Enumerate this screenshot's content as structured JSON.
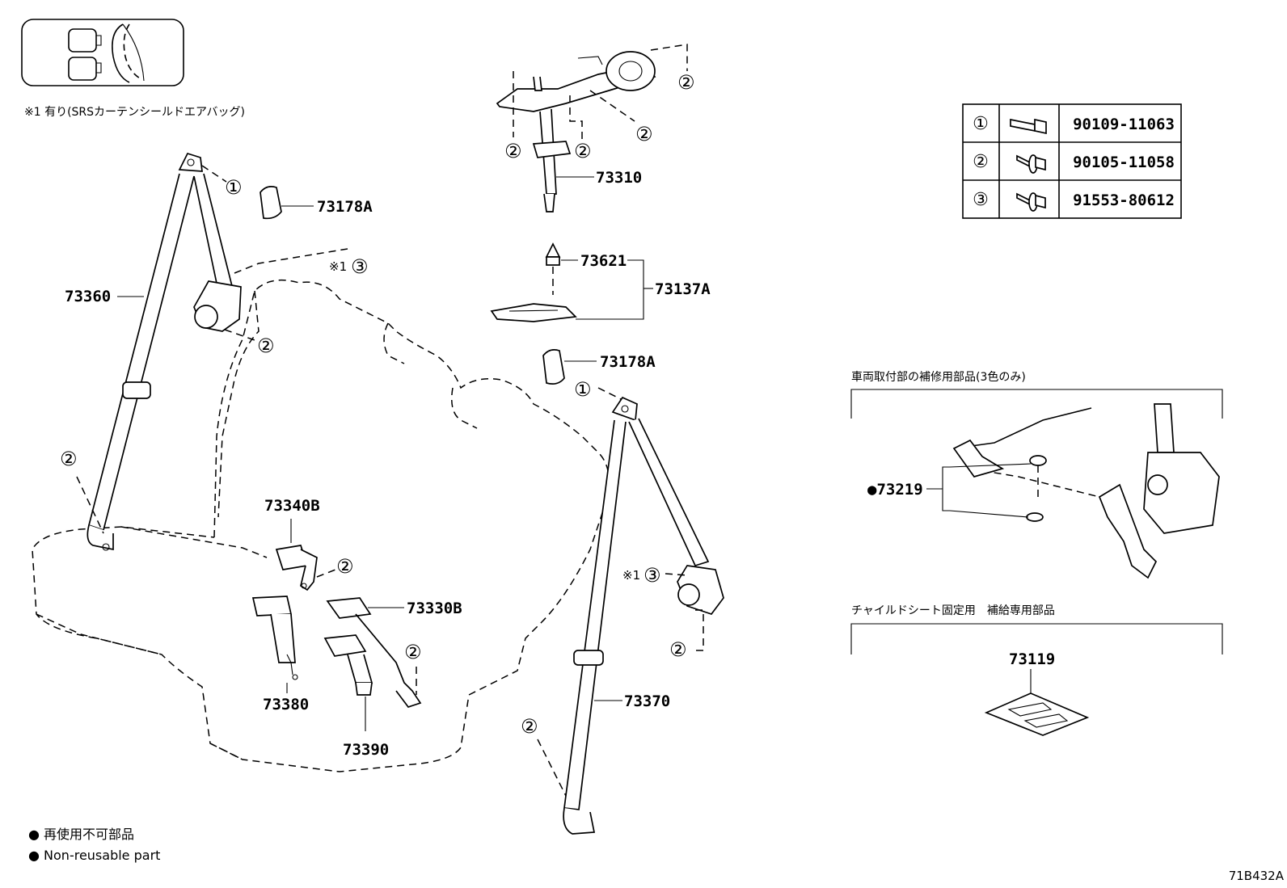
{
  "note_srs": "※1 有り(SRSカーテンシールドエアバッグ)",
  "parts": {
    "p73360": "73360",
    "p73178A_1": "73178A",
    "p73178A_2": "73178A",
    "p73310": "73310",
    "p73621": "73621",
    "p73137A": "73137A",
    "p73340B": "73340B",
    "p73330B": "73330B",
    "p73380": "73380",
    "p73390": "73390",
    "p73370": "73370",
    "p73219": "●73219",
    "p73119": "73119"
  },
  "callouts": {
    "c1": "①",
    "c2": "②",
    "c3": "③",
    "note_mark": "※1"
  },
  "bolt_table": [
    {
      "ref": "①",
      "part_no": "90109-11063",
      "icon": "bolt-long-icon"
    },
    {
      "ref": "②",
      "part_no": "90105-11058",
      "icon": "bolt-flange-icon"
    },
    {
      "ref": "③",
      "part_no": "91553-80612",
      "icon": "bolt-washer-icon"
    }
  ],
  "section_vehicle_repair": "車両取付部の補修用部品(3色のみ)",
  "section_child_seat": "チャイルドシート固定用　補給専用部品",
  "legend": {
    "jp": "● 再使用不可部品",
    "en": "● Non-reusable part"
  },
  "diagram_id": "71B432A"
}
